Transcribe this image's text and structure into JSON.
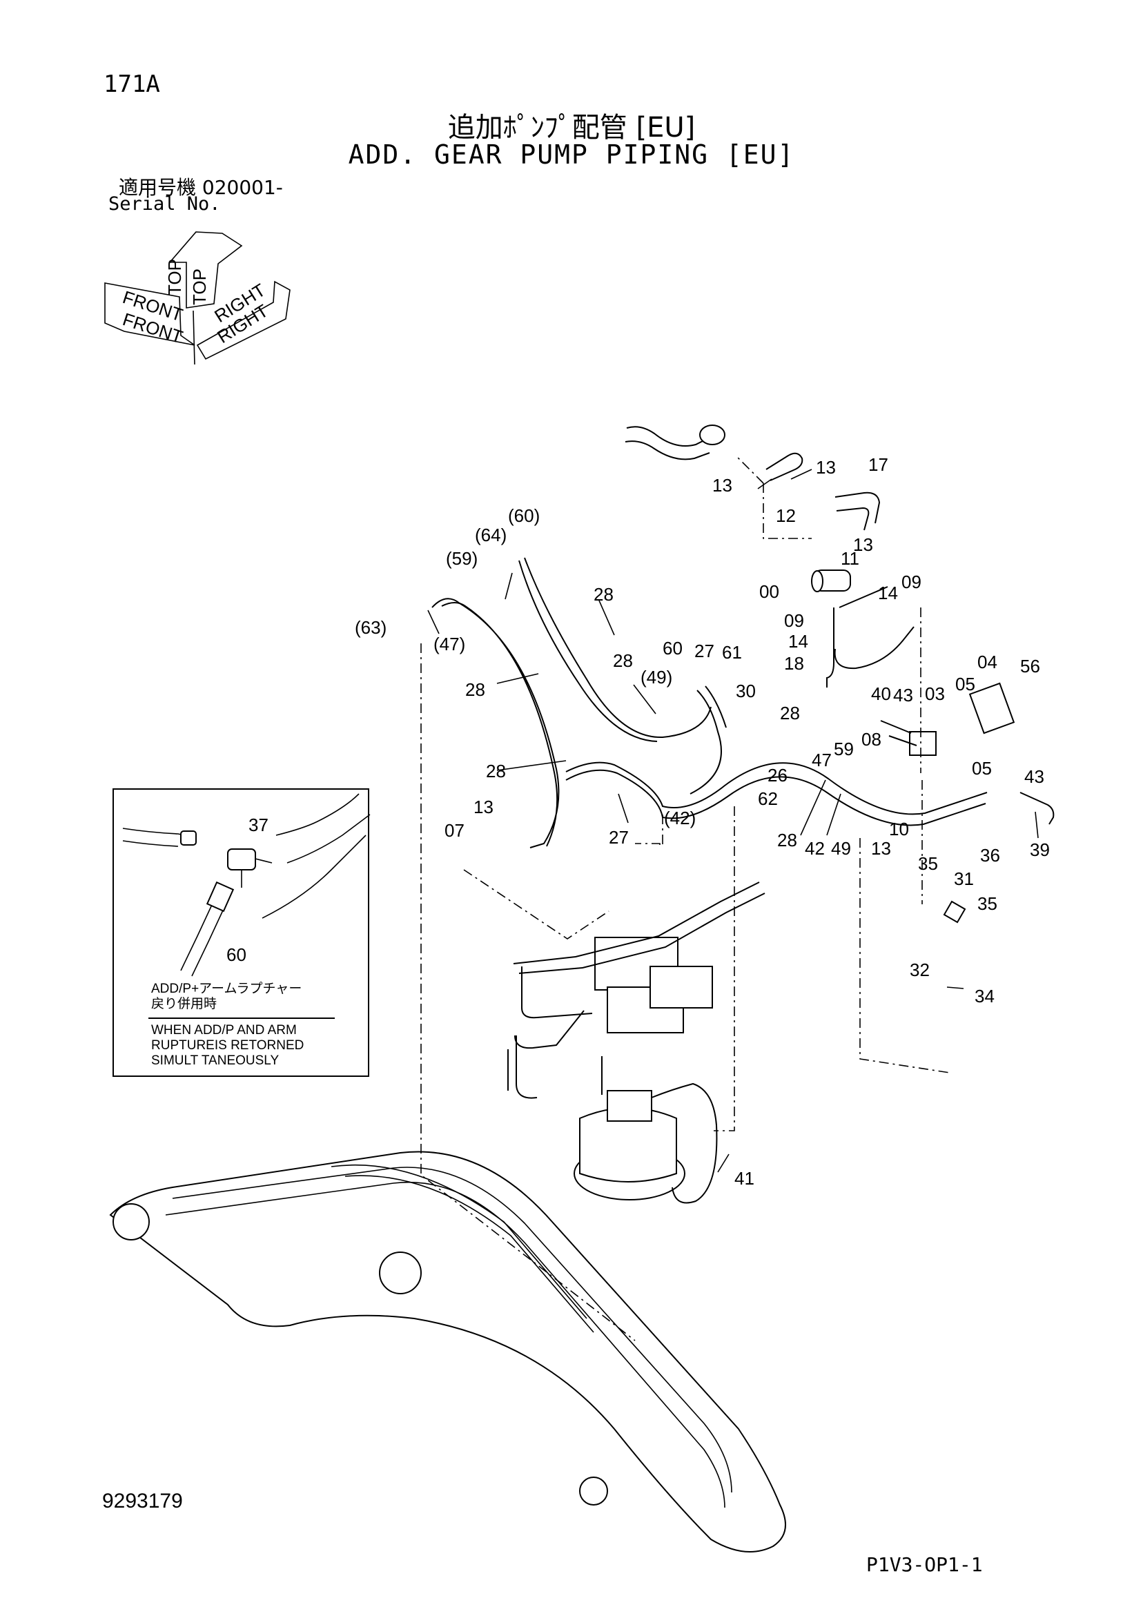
{
  "header": {
    "page_code": "171A",
    "title_jp": "追加ﾎﾟﾝﾌﾟ配管 [EU]",
    "title_en": "ADD. GEAR PUMP PIPING [EU]",
    "serial_label_jp": "適用号機  020001-",
    "serial_label_en": "Serial No."
  },
  "orientation_marker": {
    "labels": [
      "TOP",
      "TOP",
      "FRONT",
      "FRONT",
      "RIGHT",
      "RIGHT"
    ]
  },
  "inset": {
    "callouts": [
      "37",
      "60"
    ],
    "note_jp_line1": "ADD/P+アームラプチャー",
    "note_jp_line2": "戻り併用時",
    "note_en_line1": "WHEN ADD/P AND ARM",
    "note_en_line2": "RUPTUREIS RETORNED",
    "note_en_line3": "SIMULT TANEOUSLY"
  },
  "callouts": [
    "13",
    "13",
    "17",
    "12",
    "13",
    "(60)",
    "(64)",
    "11",
    "(59)",
    "00",
    "09",
    "14",
    "(63)",
    "(47)",
    "28",
    "09",
    "14",
    "18",
    "04",
    "56",
    "60",
    "27",
    "61",
    "28",
    "(49)",
    "40",
    "43",
    "03",
    "05",
    "28",
    "30",
    "28",
    "08",
    "59",
    "47",
    "26",
    "05",
    "43",
    "28",
    "13",
    "07",
    "(42)",
    "27",
    "62",
    "28",
    "42",
    "49",
    "13",
    "10",
    "39",
    "35",
    "36",
    "31",
    "35",
    "32",
    "34",
    "41"
  ],
  "footer": {
    "doc_number": "9293179",
    "drawing_code": "P1V3-OP1-1"
  }
}
